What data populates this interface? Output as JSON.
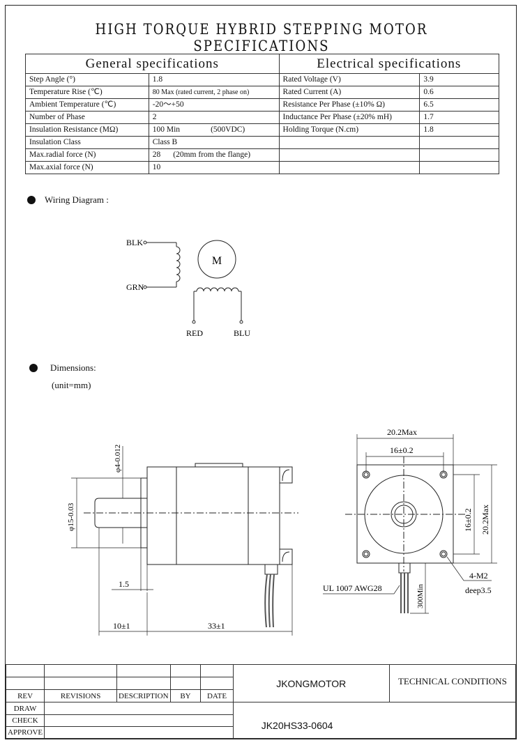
{
  "title": "HIGH TORQUE HYBRID STEPPING MOTOR SPECIFICATIONS",
  "general": {
    "header": "General specifications",
    "rows": [
      {
        "label": "Step Angle (°)",
        "value": "1.8"
      },
      {
        "label": "Temperature Rise (℃)",
        "value": "80 Max (rated current, 2 phase on)"
      },
      {
        "label": "Ambient Temperature (℃)",
        "value": "-20～+50"
      },
      {
        "label": "Number of Phase",
        "value": "2"
      },
      {
        "label": "Insulation Resistance (MΩ)",
        "value": "100 Min",
        "extra": "(500VDC)"
      },
      {
        "label": "Insulation Class",
        "value": "Class B"
      },
      {
        "label": "Max.radial force (N)",
        "value": "28",
        "extra": "(20mm from the flange)"
      },
      {
        "label": "Max.axial force (N)",
        "value": "10"
      }
    ]
  },
  "electrical": {
    "header": "Electrical specifications",
    "rows": [
      {
        "label": "Rated Voltage (V)",
        "value": "3.9"
      },
      {
        "label": "Rated Current (A)",
        "value": "0.6"
      },
      {
        "label": "Resistance Per Phase (±10% Ω)",
        "value": "6.5"
      },
      {
        "label": "Inductance Per Phase (±20% mH)",
        "value": "1.7"
      },
      {
        "label": "Holding Torque (N.cm)",
        "value": "1.8"
      },
      {
        "label": "",
        "value": ""
      },
      {
        "label": "",
        "value": ""
      },
      {
        "label": "",
        "value": ""
      }
    ]
  },
  "wiring": {
    "heading": "Wiring Diagram :",
    "motor_label": "M",
    "wires": {
      "blk": "BLK",
      "grn": "GRN",
      "red": "RED",
      "blu": "BLU"
    }
  },
  "dimensions": {
    "heading": "Dimensions:",
    "unit": "(unit=mm)",
    "shaft_dia": "φ4-0.012",
    "pilot_dia": "φ15-0.03",
    "flange_thk": "1.5",
    "pilot_len": "10±1",
    "body_len": "33±1",
    "width_max": "20.2Max",
    "hole_spacing": "16±0.2",
    "hole_spacing_v": "16±0.2",
    "height_max": "20.2Max",
    "cable": "UL 1007 AWG28",
    "lead_len": "300Min",
    "holes": "4-M2",
    "depth": "deep3.5"
  },
  "title_block": {
    "col_rev": "REV",
    "col_revisions": "REVISIONS",
    "col_description": "DESCRIPTION",
    "col_by": "BY",
    "col_date": "DATE",
    "row_draw": "DRAW",
    "row_check": "CHECK",
    "row_approve": "APPROVE",
    "company": "JKONGMOTOR",
    "tech": "TECHNICAL CONDITIONS",
    "model": "JK20HS33-0604"
  }
}
